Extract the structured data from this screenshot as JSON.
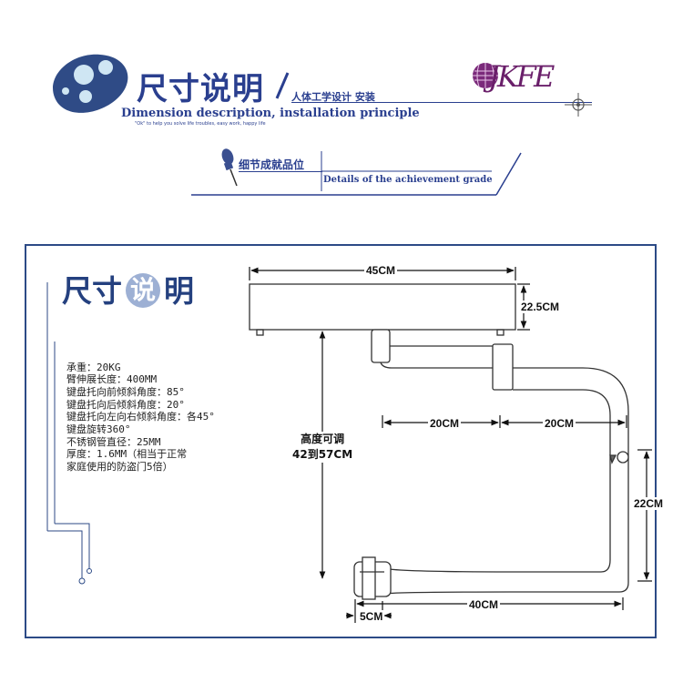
{
  "header": {
    "title": "尺寸说明",
    "subtitle": "人体工学设计 安装",
    "english": "Dimension description, installation principle",
    "slogan": "\"Ok\" to help you solve life troubles, easy work, happy life",
    "brand": "JKFE"
  },
  "details_banner": {
    "label_cn": "细节成就品位",
    "label_en": "Details of the achievement grade"
  },
  "panel": {
    "title_a": "尺寸",
    "title_b": "说",
    "title_c": "明",
    "specs": [
      "承重：20KG",
      "臂伸展长度：400MM",
      "键盘托向前倾斜角度：85°",
      "键盘托向后倾斜角度：20°",
      "键盘托向左向右倾斜角度：各45°",
      "键盘旋转360°",
      "不锈钢管直径：25MM",
      "厚度：1.6MM（相当于正常",
      "家庭使用的防盗门5倍）"
    ]
  },
  "dimensions": {
    "width": "45CM",
    "thickness": "22.5CM",
    "arm_left": "20CM",
    "arm_right": "20CM",
    "vertical": "22CM",
    "base_length": "40CM",
    "clamp": "5CM",
    "height_line1": "高度可调",
    "height_line2": "42到57CM"
  },
  "colors": {
    "brand_blue": "#2a3f8f",
    "brand_purple": "#6a1f6a",
    "panel_border": "#2c4a86"
  }
}
